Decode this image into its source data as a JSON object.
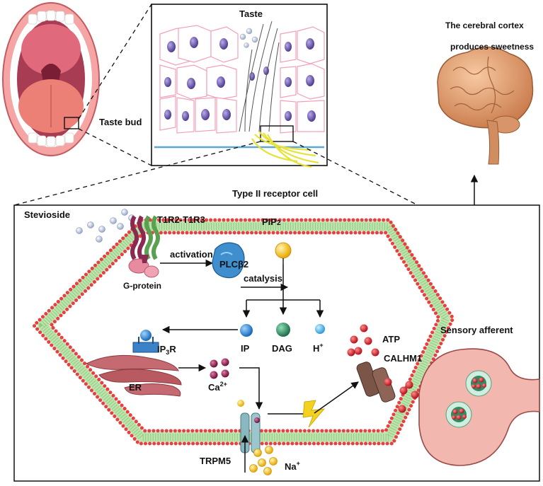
{
  "labels": {
    "taste": "Taste",
    "taste_bud": "Taste bud",
    "cortex_line1": "The cerebral cortex",
    "cortex_line2": "produces sweetness",
    "cell_title": "Type II receptor cell",
    "stevioside": "Stevioside",
    "receptor": "T1R2-T1R3",
    "pip2_main": "PIP",
    "pip2_sub": "2",
    "activation": "activation",
    "plcb2": "PLCβ2",
    "catalysis": "catalysis",
    "g_protein": "G-protein",
    "ip": "IP",
    "dag": "DAG",
    "h_main": "H",
    "h_sup": "+",
    "ip3r_a": "IP",
    "ip3r_sub": "3",
    "ip3r_b": "R",
    "er": "ER",
    "ca_main": "Ca",
    "ca_sup": "2+",
    "atp": "ATP",
    "calhm1": "CALHM1",
    "sensory_afferent": "Sensory afferent",
    "trpm5": "TRPM5",
    "na_main": "Na",
    "na_sup": "+"
  },
  "colors": {
    "membrane_head": "#e8403f",
    "membrane_tail": "#bfe3b0",
    "arrow": "#111111",
    "ip_blue": "#2a8fd6",
    "dag_green": "#2e8b62",
    "h_blue": "#45b4e8",
    "ca_purple": "#8b1a4a",
    "atp_red": "#d81e2a",
    "er_pink": "#b85a5f",
    "neuron": "#f2b8b0",
    "brain": "#e0a074",
    "mouth": "#e87c80",
    "cell_purple": "#7b68b4"
  }
}
